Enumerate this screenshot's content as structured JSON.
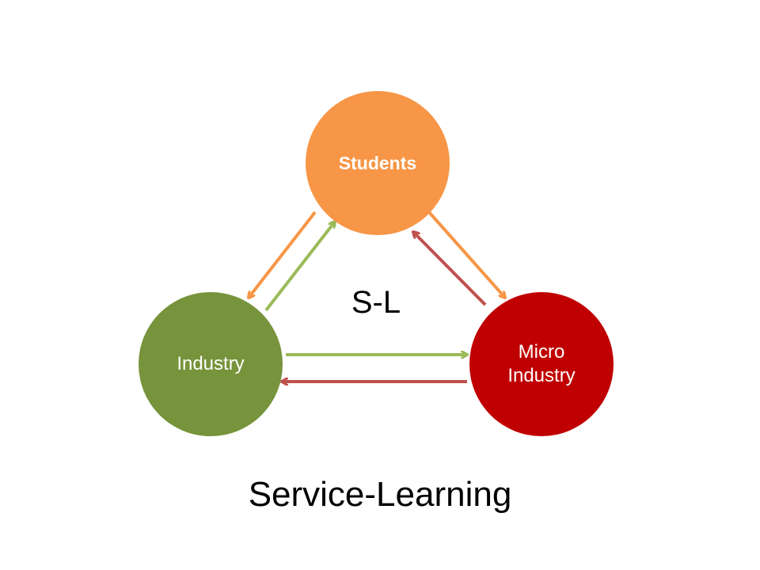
{
  "nodes": {
    "students": {
      "label": "Students"
    },
    "industry": {
      "label": "Industry"
    },
    "micro_industry": {
      "label_line1": "Micro",
      "label_line2": "Industry"
    }
  },
  "center_label": "S-L",
  "caption": "Service-Learning",
  "colors": {
    "students": "#f79646",
    "industry": "#77933c",
    "micro_industry": "#c00000",
    "arrow_orange": "#f79646",
    "arrow_green": "#9bbb59",
    "arrow_red": "#c0504d"
  }
}
